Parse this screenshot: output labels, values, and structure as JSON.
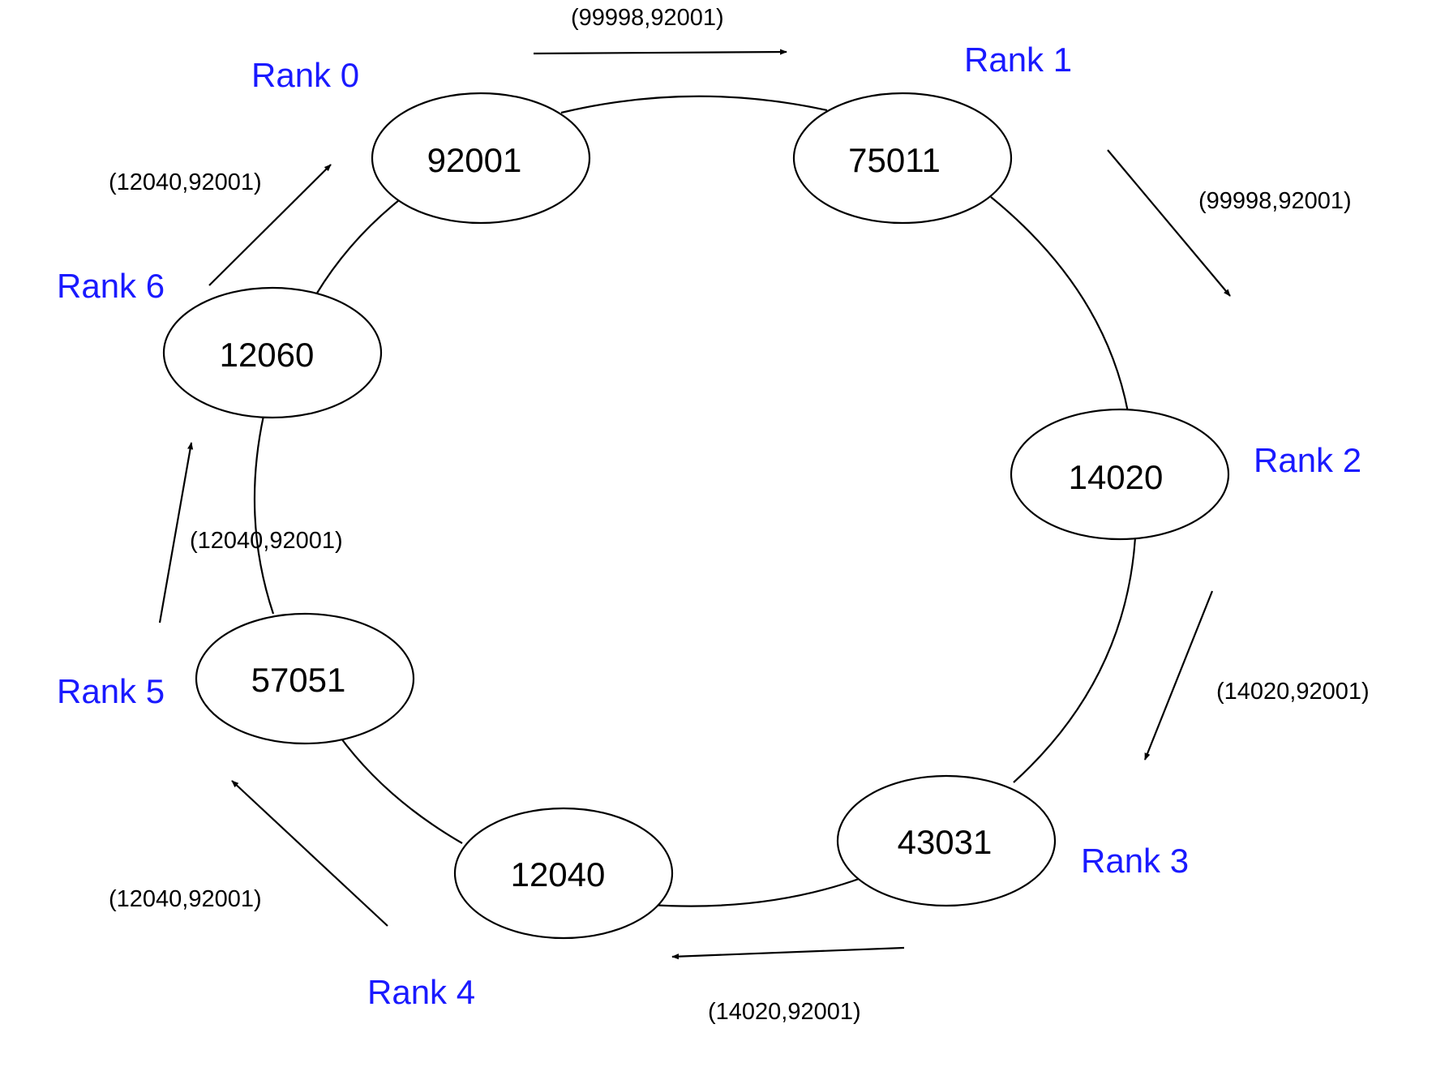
{
  "colors": {
    "rank_label": "#1a1aff",
    "node_text": "#000000",
    "line": "#000000",
    "background": "#ffffff"
  },
  "nodes": [
    {
      "rank": "Rank 0",
      "value": "92001"
    },
    {
      "rank": "Rank 1",
      "value": "75011"
    },
    {
      "rank": "Rank 2",
      "value": "14020"
    },
    {
      "rank": "Rank 3",
      "value": "43031"
    },
    {
      "rank": "Rank 4",
      "value": "12040"
    },
    {
      "rank": "Rank 5",
      "value": "57051"
    },
    {
      "rank": "Rank 6",
      "value": "12060"
    }
  ],
  "messages": [
    {
      "from": "Rank 0",
      "to": "Rank 1",
      "label": "(99998,92001)"
    },
    {
      "from": "Rank 1",
      "to": "Rank 2",
      "label": "(99998,92001)"
    },
    {
      "from": "Rank 2",
      "to": "Rank 3",
      "label": "(14020,92001)"
    },
    {
      "from": "Rank 3",
      "to": "Rank 4",
      "label": "(14020,92001)"
    },
    {
      "from": "Rank 4",
      "to": "Rank 5",
      "label": "(12040,92001)"
    },
    {
      "from": "Rank 5",
      "to": "Rank 6",
      "label": "(12040,92001)"
    },
    {
      "from": "Rank 6",
      "to": "Rank 0",
      "label": "(12040,92001)"
    }
  ]
}
